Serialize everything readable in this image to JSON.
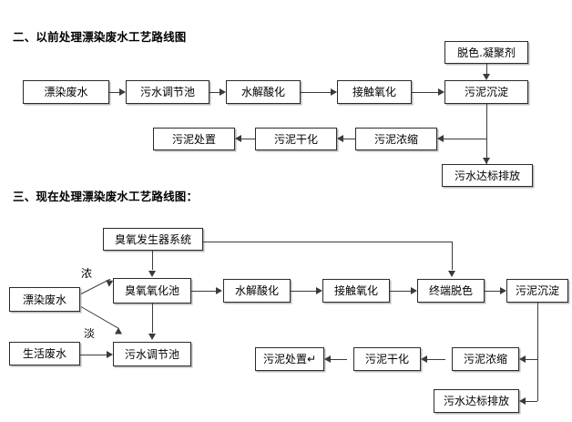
{
  "page": {
    "background": "#ffffff",
    "line_color": "#3a3a3a",
    "box_border_color": "#2b2b2b"
  },
  "section_one": {
    "heading": "二、以前处理漂染废水工艺路线图",
    "nodes": {
      "inlet": "漂染废水",
      "equalization": "污水调节池",
      "hydrolysis": "水解酸化",
      "contact_oxidation": "接触氧化",
      "sludge_settling": "污泥沉淀",
      "decolor_agent": "脱色.凝聚剂",
      "sludge_thickening": "污泥浓缩",
      "sludge_drying": "污泥干化",
      "sludge_disposal": "污泥处置",
      "discharge": "污水达标排放"
    }
  },
  "section_two": {
    "heading": "三、现在处理漂染废水工艺路线图：",
    "nodes": {
      "ozone_generator": "臭氧发生器系统",
      "dye_wastewater": "漂染废水",
      "domestic_wastewater": "生活废水",
      "ozone_oxidation": "臭氧氧化池",
      "equalization": "污水调节池",
      "hydrolysis": "水解酸化",
      "contact_oxidation": "接触氧化",
      "terminal_decolor": "终端脱色",
      "sludge_settling": "污泥沉淀",
      "sludge_thickening": "污泥浓缩",
      "sludge_drying": "污泥干化",
      "sludge_disposal": "污泥处置↵",
      "discharge": "污水达标排放"
    },
    "edge_labels": {
      "concentrated": "浓",
      "dilute": "淡"
    }
  }
}
